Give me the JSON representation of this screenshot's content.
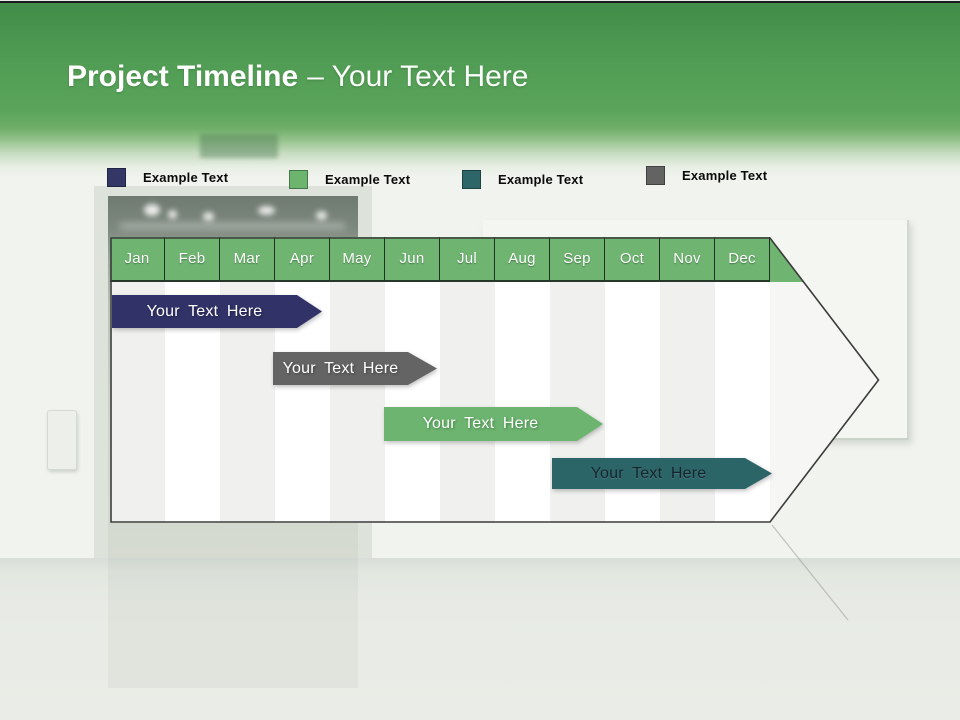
{
  "slide": {
    "title": {
      "bold": "Project Timeline",
      "light": "– Your Text Here"
    }
  },
  "legend": {
    "items": [
      {
        "label": "Example Text",
        "color": "#343766"
      },
      {
        "label": "Example Text",
        "color": "#6db56f"
      },
      {
        "label": "Example Text",
        "color": "#2d6668"
      },
      {
        "label": "Example Text",
        "color": "#636363"
      }
    ]
  },
  "timeline": {
    "type": "gantt",
    "header_color": "#6fb471",
    "months": [
      "Jan",
      "Feb",
      "Mar",
      "Apr",
      "May",
      "Jun",
      "Jul",
      "Aug",
      "Sep",
      "Oct",
      "Nov",
      "Dec"
    ],
    "bars": [
      {
        "label": "Your Text Here",
        "color": "#313368",
        "text_color": "#ffffff",
        "start_month": "Jan",
        "end_month": "Apr"
      },
      {
        "label": "Your Text Here",
        "color": "#646464",
        "text_color": "#ffffff",
        "start_month": "Apr",
        "end_month": "Jun"
      },
      {
        "label": "Your Text Here",
        "color": "#6cb46f",
        "text_color": "#ffffff",
        "start_month": "Jun",
        "end_month": "Oct"
      },
      {
        "label": "Your Text Here",
        "color": "#2c6568",
        "text_color": "#15242c",
        "start_month": "Sep",
        "end_month": "Dec"
      }
    ]
  }
}
